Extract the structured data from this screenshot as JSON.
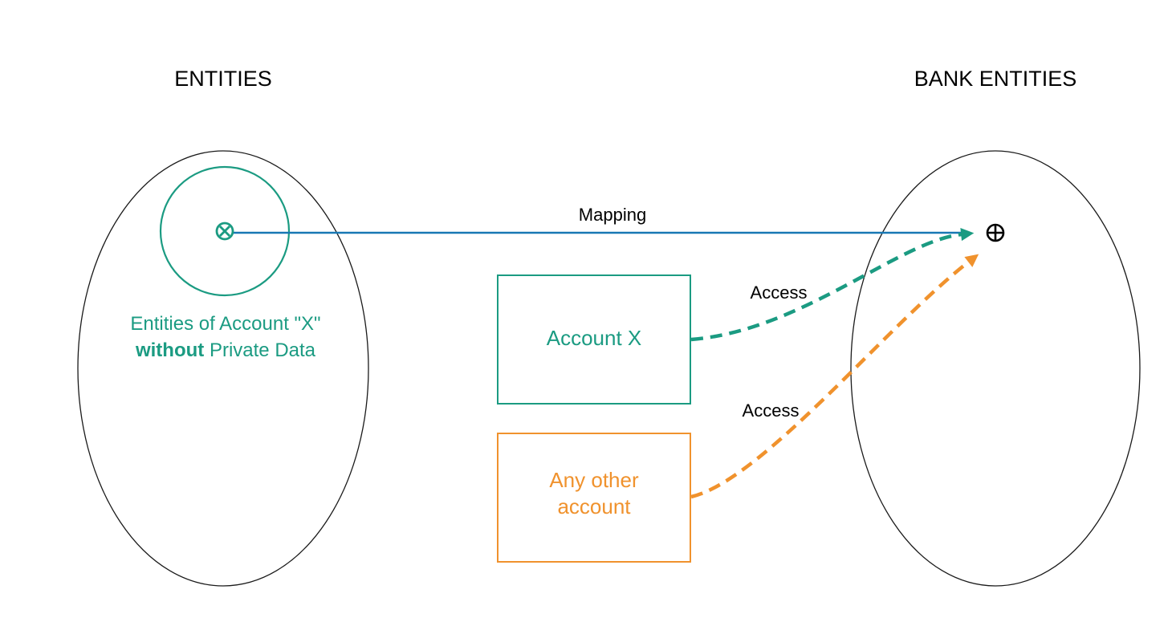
{
  "diagram": {
    "title_left": "ENTITIES",
    "title_right": "BANK ENTITIES",
    "left_region": {
      "subset_label_line1": "Entities of Account \"X\"",
      "subset_label_bold": "without",
      "subset_label_rest": " Private Data",
      "subset_point_symbol": "circled-times"
    },
    "right_region": {
      "target_point_symbol": "circled-plus"
    },
    "boxes": {
      "account_x_label": "Account X",
      "other_account_label_line1": "Any other",
      "other_account_label_line2": "account"
    },
    "arrows": {
      "mapping_label": "Mapping",
      "access_teal_label": "Access",
      "access_orange_label": "Access"
    },
    "colors": {
      "teal": "#1b9b82",
      "orange": "#f0922d",
      "blue": "#1878b4",
      "outline_black": "#1a1a1a"
    }
  }
}
